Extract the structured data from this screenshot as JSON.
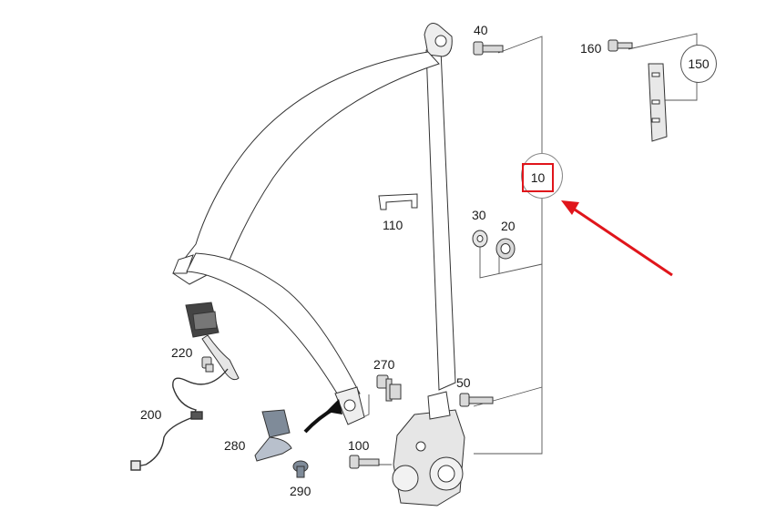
{
  "parts": {
    "p10": "10",
    "p20": "20",
    "p30": "30",
    "p40": "40",
    "p50": "50",
    "p100": "100",
    "p110": "110",
    "p150": "150",
    "p160": "160",
    "p200": "200",
    "p220": "220",
    "p270": "270",
    "p280": "280",
    "p290": "290"
  },
  "highlighted_part": "10",
  "colors": {
    "highlight": "#e0151b",
    "line": "#444444",
    "part_fill": "#d9d9d9"
  }
}
